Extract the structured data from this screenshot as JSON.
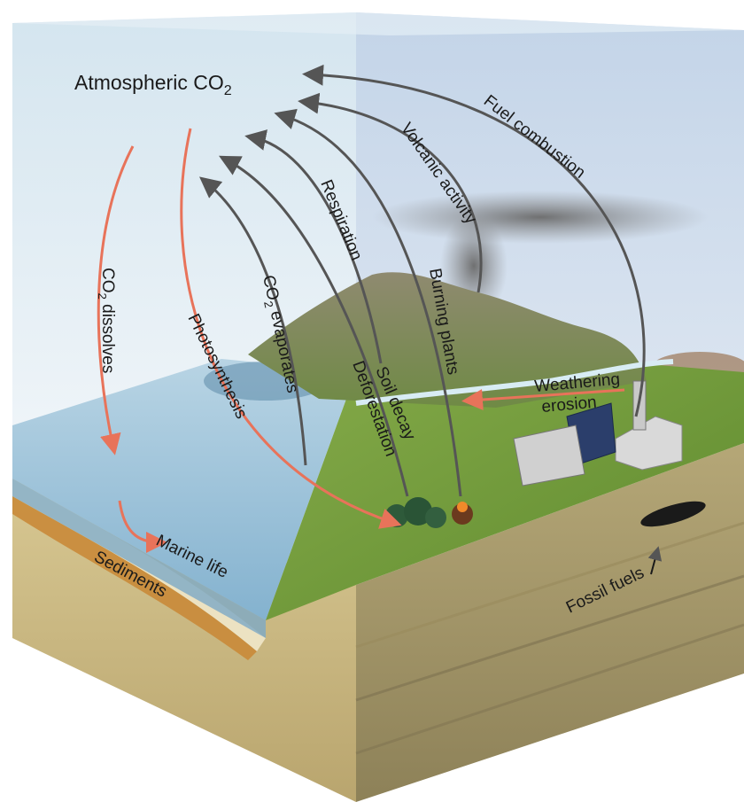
{
  "diagram": {
    "title_main": "Atmospheric CO",
    "title_sub": "2",
    "labels": {
      "fuel_combustion": "Fuel combustion",
      "volcanic_activity": "Volcanic activity",
      "respiration": "Respiration",
      "burning_plants": "Burning plants",
      "co2_dissolves_main": "CO",
      "co2_dissolves_sub": "2",
      "co2_dissolves_rest": " dissolves",
      "co2_evaporates_main": "CO",
      "co2_evaporates_sub": "2",
      "co2_evaporates_rest": " evaporates",
      "photosynthesis": "Photosynthesis",
      "soil_decay": "Soil decay",
      "deforestation": "Deforestation",
      "weathering": "Weathering",
      "erosion": "erosion",
      "marine_life": "Marine life",
      "sediments": "Sediments",
      "fossil_fuels": "Fossil fuels"
    },
    "colors": {
      "uptake_arrow": "#e8735a",
      "release_arrow": "#5a5a5a",
      "sky_top": "#c9dde9",
      "ocean": "#9fc3d9",
      "grass": "#6f9a3a",
      "soil": "#c7b683"
    }
  }
}
